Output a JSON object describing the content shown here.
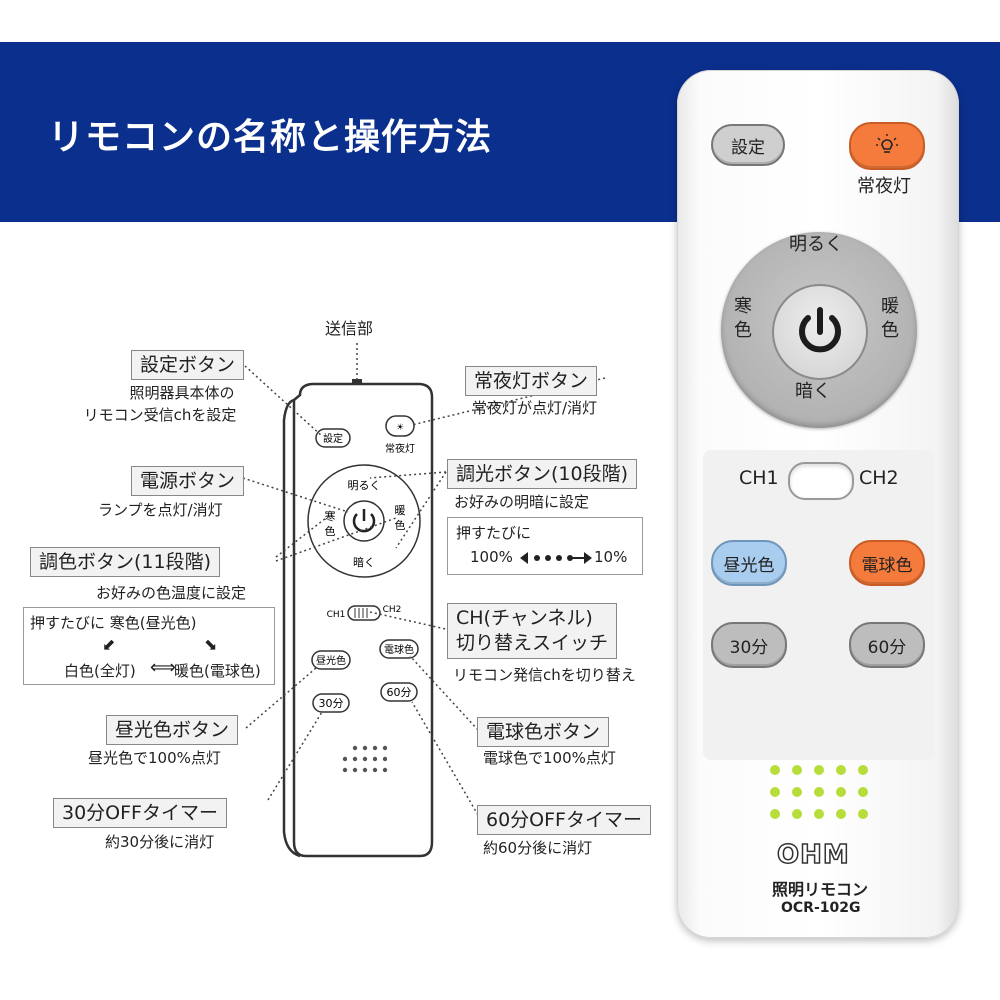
{
  "title": "リモコンの名称と操作方法",
  "diagram": {
    "top_label": "送信部",
    "labels": {
      "settings": {
        "title": "設定ボタン",
        "desc1": "照明器具本体の",
        "desc2": "リモコン受信chを設定"
      },
      "nightlight": {
        "title": "常夜灯ボタン",
        "desc": "常夜灯が点灯/消灯"
      },
      "power": {
        "title": "電源ボタン",
        "desc": "ランプを点灯/消灯"
      },
      "dimming": {
        "title": "調光ボタン(10段階)",
        "desc": "お好みの明暗に設定",
        "box_line1": "押すたびに",
        "box_line2": "100%",
        "box_line3": "10%"
      },
      "color": {
        "title": "調色ボタン(11段階)",
        "desc": "お好みの色温度に設定",
        "box_line1": "押すたびに 寒色(昼光色)",
        "box_line2": "白色(全灯)",
        "box_line3": "暖色(電球色)"
      },
      "ch": {
        "title1": "CH(チャンネル)",
        "title2": "切り替えスイッチ",
        "desc": "リモコン発信chを切り替え"
      },
      "daylight": {
        "title": "昼光色ボタン",
        "desc": "昼光色で100%点灯"
      },
      "warm": {
        "title": "電球色ボタン",
        "desc": "電球色で100%点灯"
      },
      "timer30": {
        "title": "30分OFFタイマー",
        "desc": "約30分後に消灯"
      },
      "timer60": {
        "title": "60分OFFタイマー",
        "desc": "約60分後に消灯"
      }
    },
    "sketch": {
      "settings": "設定",
      "nightlight": "常夜灯",
      "brighter": "明るく",
      "darker": "暗く",
      "cool1": "寒",
      "cool2": "色",
      "warm1": "暖",
      "warm2": "色",
      "ch1": "CH1",
      "ch2": "CH2",
      "daylight": "昼光色",
      "warm_btn": "電球色",
      "t30": "30分",
      "t60": "60分"
    }
  },
  "remote": {
    "settings": "設定",
    "nightlight": "常夜灯",
    "brighter": "明るく",
    "darker": "暗く",
    "cool1": "寒",
    "cool2": "色",
    "warm1": "暖",
    "warm2": "色",
    "ch1": "CH1",
    "ch2": "CH2",
    "daylight": "昼光色",
    "warm_btn": "電球色",
    "t30": "30分",
    "t60": "60分",
    "brand": "OHM",
    "product": "照明リモコン",
    "model": "OCR-102G",
    "colors": {
      "orange": "#f47b3c",
      "blue": "#a9cdef",
      "gray": "#bdbdbd",
      "led": "#b6dd3a"
    }
  }
}
